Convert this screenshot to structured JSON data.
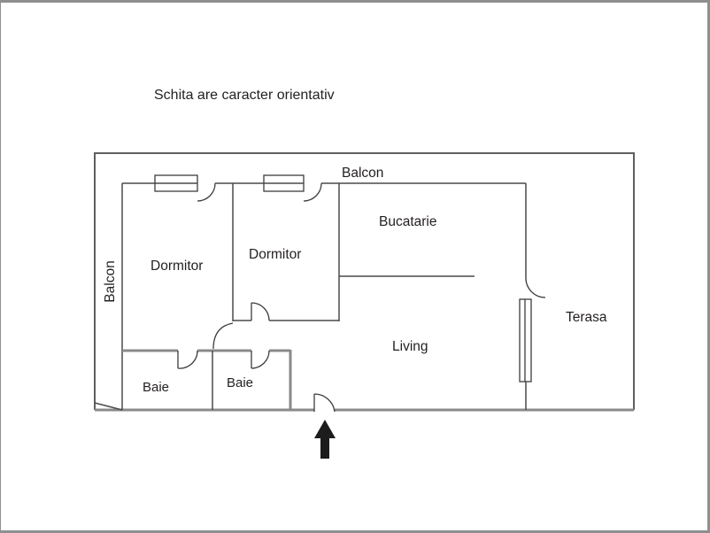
{
  "title": "Schita are caracter orientativ",
  "labels": {
    "balcon_top": "Balcon",
    "balcon_left": "Balcon",
    "dormitor_left": "Dormitor",
    "dormitor_mid": "Dormitor",
    "bucatarie": "Bucatarie",
    "living": "Living",
    "baie_left": "Baie",
    "baie_mid": "Baie",
    "terasa": "Terasa"
  },
  "colors": {
    "wall_interior": "#4a4a4a",
    "wall_outline": "#5f5f5f",
    "wall_thick": "#8a8a8a",
    "door_window": "#3d3d3d",
    "text": "#231f20",
    "arrow": "#1c1c1c",
    "frame_border": "#8f8f8f",
    "background": "#ffffff"
  }
}
